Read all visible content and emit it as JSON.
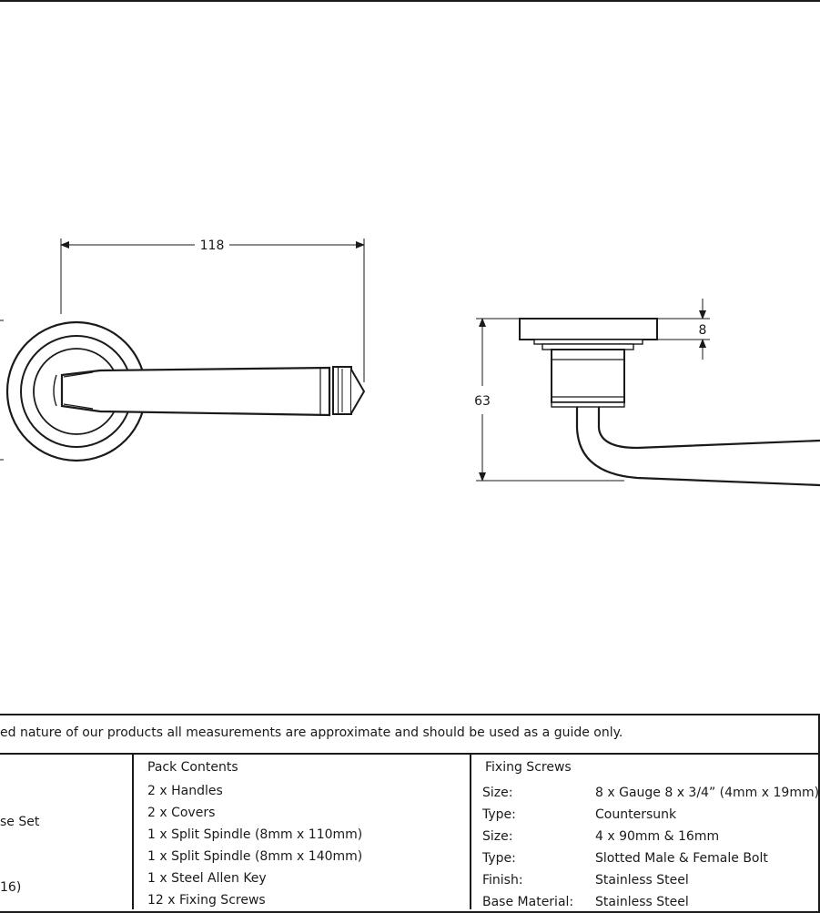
{
  "drawing": {
    "dimension_width": "118",
    "dimension_rose_depth": "8",
    "dimension_height": "63"
  },
  "spec_sheet": {
    "note": "ed nature of our products all measurements are approximate and should be used as a guide only.",
    "product_column": {
      "line_1": "se Set",
      "line_2": "16)"
    },
    "pack_contents": {
      "header": "Pack Contents",
      "items": [
        "2 x Handles",
        "2 x Covers",
        "1 x Split Spindle (8mm x 110mm)",
        "1 x Split Spindle (8mm x 140mm)",
        "1 x Steel Allen Key",
        "12 x Fixing Screws"
      ]
    },
    "fixing_screws": {
      "header": "Fixing Screws",
      "rows": [
        {
          "label": "Size:",
          "value": "8 x Gauge 8 x 3/4” (4mm x 19mm)"
        },
        {
          "label": "Type:",
          "value": "Countersunk"
        },
        {
          "label": "Size:",
          "value": "4 x 90mm & 16mm"
        },
        {
          "label": "Type:",
          "value": "Slotted Male & Female Bolt"
        },
        {
          "label": "Finish:",
          "value": "Stainless Steel"
        },
        {
          "label": "Base Material:",
          "value": "Stainless Steel"
        }
      ]
    }
  }
}
